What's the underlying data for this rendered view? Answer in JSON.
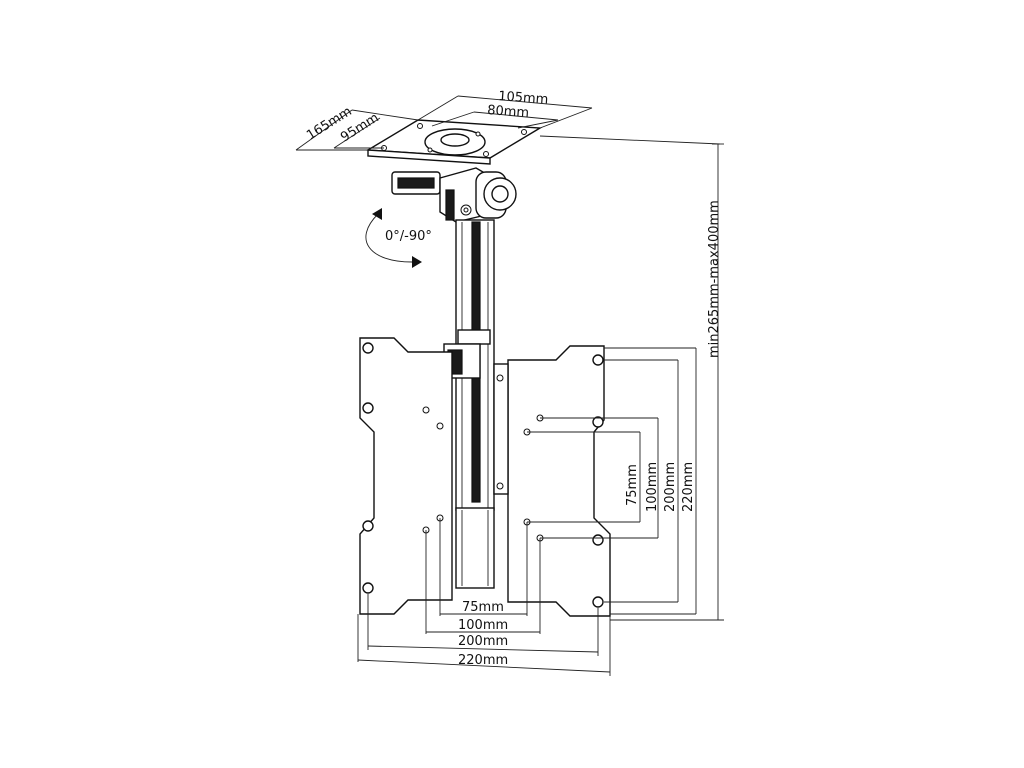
{
  "labels": {
    "top_width_outer": "105mm",
    "top_width_inner": "80mm",
    "top_depth_outer": "165mm",
    "top_depth_inner": "95mm",
    "tilt": "0°/-90°",
    "height_range": "min265mm-max400mm",
    "vesa_h_75": "75mm",
    "vesa_h_100": "100mm",
    "vesa_h_200": "200mm",
    "vesa_h_220": "220mm",
    "vesa_v_75": "75mm",
    "vesa_v_100": "100mm",
    "vesa_v_200": "200mm",
    "vesa_v_220": "220mm"
  },
  "colors": {
    "line": "#111111",
    "background": "#ffffff"
  }
}
